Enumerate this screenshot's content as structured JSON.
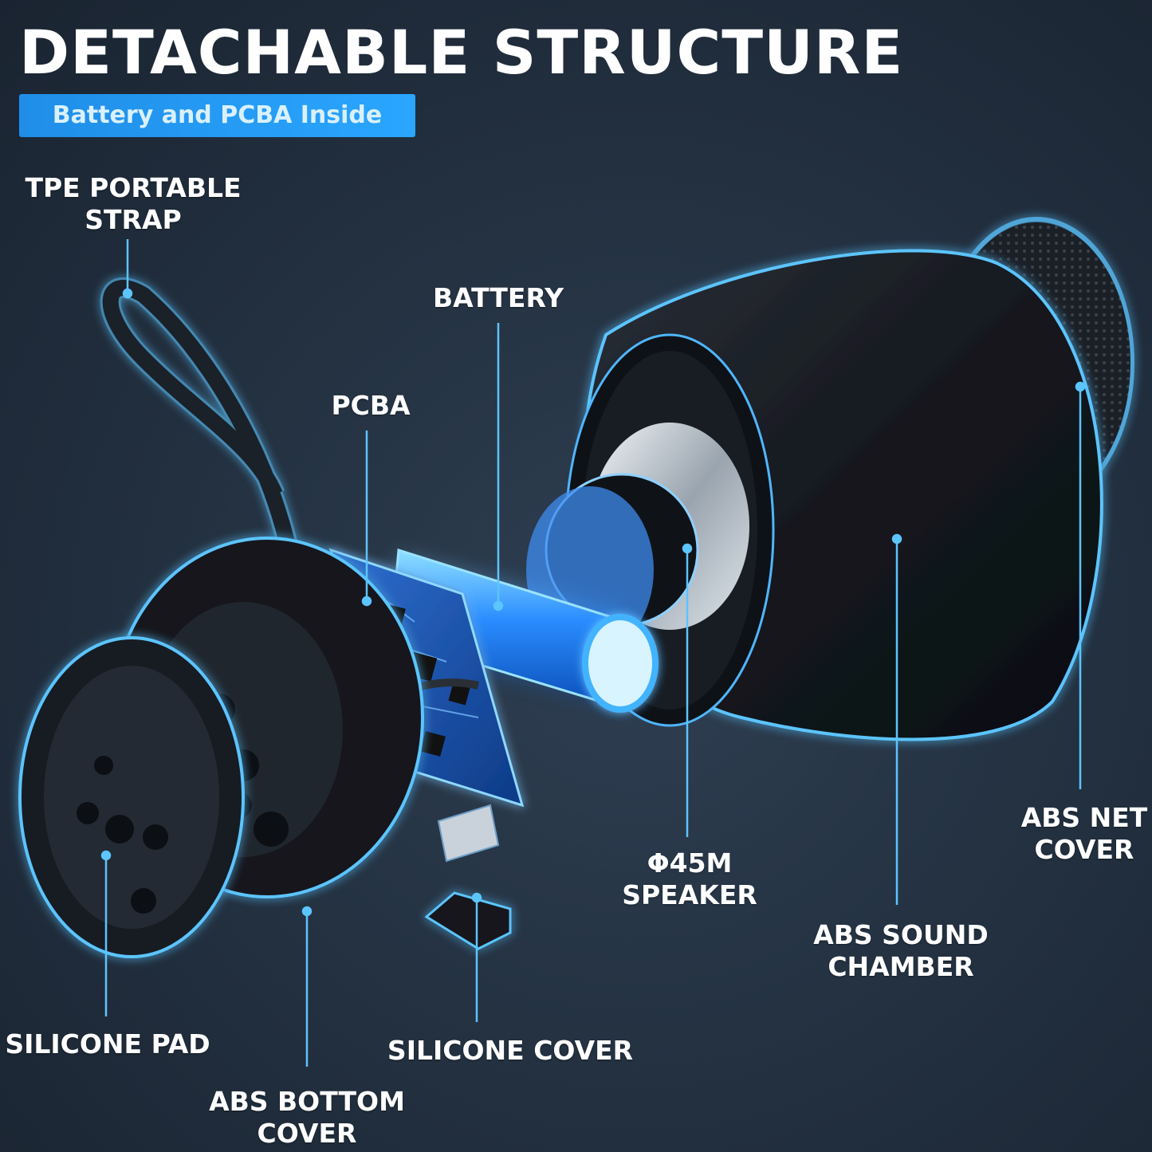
{
  "title": "DETACHABLE STRUCTURE",
  "subtitle": "Battery and PCBA Inside",
  "labels": {
    "tpe_strap": {
      "line1": "TPE PORTABLE",
      "line2": "STRAP"
    },
    "battery": "BATTERY",
    "pcba": "PCBA",
    "speaker": {
      "line1": "Φ45M",
      "line2": "SPEAKER"
    },
    "abs_net_cover": {
      "line1": "ABS NET",
      "line2": "COVER"
    },
    "abs_sound_chamber": {
      "line1": "ABS SOUND",
      "line2": "CHAMBER"
    },
    "silicone_pad": "SILICONE PAD",
    "silicone_cover": "SILICONE COVER",
    "abs_bottom_cover": {
      "line1": "ABS BOTTOM",
      "line2": "COVER"
    }
  },
  "colors": {
    "accent": "#2aa6ff",
    "glow": "#5cc4ff",
    "background": "#243242",
    "part_body": "#161b22"
  }
}
